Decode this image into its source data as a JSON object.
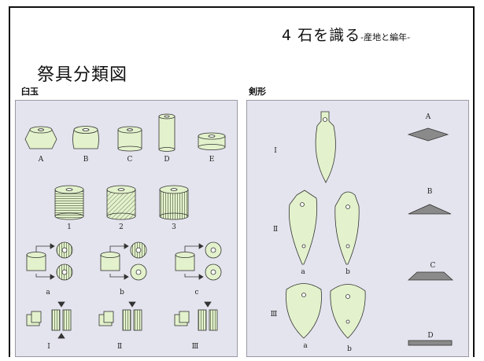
{
  "header": {
    "chapter_title": "4 石を識る",
    "chapter_subtitle": "-産地と編年-"
  },
  "page_title": "祭具分類図",
  "left_panel": {
    "label": "臼玉",
    "shape_labels": [
      "A",
      "B",
      "C",
      "D",
      "E"
    ],
    "surface_labels": [
      "1",
      "2",
      "3"
    ],
    "section_labels": [
      "a",
      "b",
      "c"
    ],
    "cut_labels": [
      "Ⅰ",
      "Ⅱ",
      "Ⅲ"
    ]
  },
  "right_panel": {
    "label": "剣形",
    "type_labels": [
      "Ⅰ",
      "Ⅱ",
      "Ⅲ"
    ],
    "variant_labels": [
      "a",
      "b",
      "a",
      "b"
    ],
    "section_labels": [
      "A",
      "B",
      "C",
      "D"
    ]
  },
  "colors": {
    "fill_green": "#e3f2cc",
    "panel_bg": "#e4e4ee",
    "section_gray": "#8a8a8a",
    "stroke": "#333333"
  }
}
